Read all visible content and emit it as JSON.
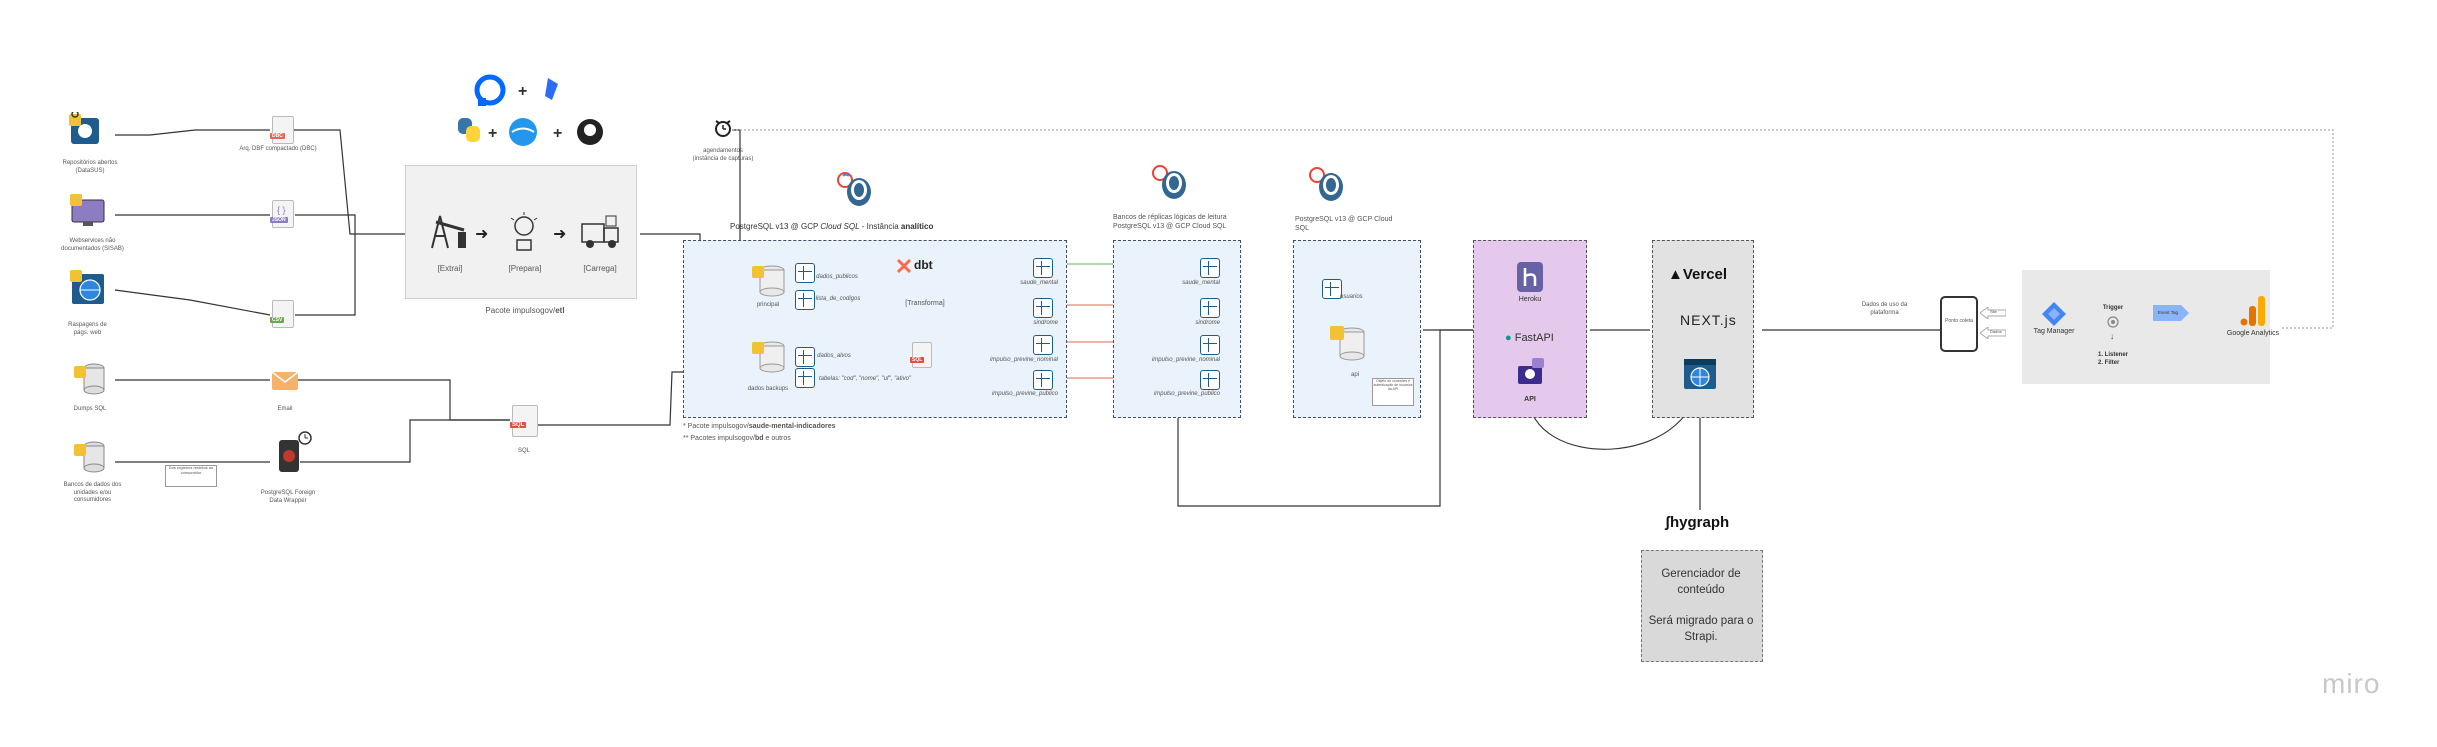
{
  "sources": {
    "repositorios": "Repositórios abertos (DataSUS)",
    "webservices": "Webservices não documentados (SISAB)",
    "raspagem": "Raspagens de págs. web",
    "dumps": "Dumps SQL",
    "bancos_dados": "Bancos de dados dos unidades e/ou consumidores"
  },
  "files": {
    "dbc_tag": "DBC",
    "dbc_label": "Arq. DBF compactado (DBC)",
    "json_tag": "JSON",
    "csv_tag": "CSV",
    "email_label": "Email",
    "fdw_label": "PostgreSQL Foreign Data Wrapper",
    "sql_tag": "SQL",
    "sql_label": "SQL",
    "note_small": "Dos registros restritos ao consumidor"
  },
  "etl": {
    "extrair": "[Extrai]",
    "preparar": "[Prepara]",
    "carregar": "[Carrega]",
    "caption_prefix": "Pacote impulsogov/",
    "caption_bold": "etl"
  },
  "agendamentos": "agendamentos (instância de capturas)",
  "analitico": {
    "title_prefix": "PostgreSQL v13 @ GCP ",
    "title_italic": "Cloud SQL",
    "title_mid": " - Instância ",
    "title_bold": "analítico",
    "db_principal": "principal",
    "db_backups": "dados backups",
    "t1": "dados_publicos",
    "t2": "lista_de_codigos",
    "t3": "dados_alvos",
    "t4": "tabelas: \"cod\", \"nome\", \"uf\", \"ativo\"",
    "transformar": "[Transforma]",
    "dbt": "dbt",
    "sql_tag": "SQL",
    "out1": "saude_mental",
    "out2": "sindrome",
    "out3": "impulso_previne_nominal",
    "out4": "impulso_previne_publico",
    "note1_prefix": "* Pacote impulsogov/",
    "note1_bold": "saude-mental-indicadores",
    "note2_prefix": "** Pacotes impulsogov/",
    "note2_bold": "bd",
    "note2_suffix": " e outros"
  },
  "replicas": {
    "title": "Bancos de réplicas lógicas de leitura PostgreSQL v13 @ GCP Cloud SQL",
    "r1": "saude_mental",
    "r2": "sindrome",
    "r3": "impulso_previne_nominal",
    "r4": "impulso_previne_publico"
  },
  "api_db": {
    "title": "PostgreSQL v13 @ GCP Cloud SQL",
    "t_usuarios": "usuarios",
    "db_label": "api",
    "note": "Objeto de conexões e autenticação de usuários da API"
  },
  "heroku": {
    "name": "Heroku",
    "fastapi": "FastAPI",
    "api": "API"
  },
  "frontend": {
    "vercel": "Vercel",
    "next": "NEXT.js"
  },
  "uso": {
    "dados_label": "Dados de uso da plataforma",
    "ponto_label": "Ponto coleta",
    "arrow1": "Site",
    "arrow2": "Dados"
  },
  "analytics": {
    "tag_manager": "Tag Manager",
    "trigger": "Trigger",
    "item1": "Listener",
    "item2": "Filter",
    "event_tag": "Event Tag",
    "google_analytics": "Google Analytics"
  },
  "hygraph": {
    "name": "hygraph",
    "cms_line1": "Gerenciador de conteúdo",
    "cms_line2": "Será migrado para o Strapi."
  },
  "watermark": "miro",
  "colors": {
    "blue_box": "#eaf2fb",
    "purple_box": "#e4c9ec",
    "gray_box": "#e2e2e2",
    "green_line": "#7cc576",
    "red_line": "#e06a4f"
  }
}
